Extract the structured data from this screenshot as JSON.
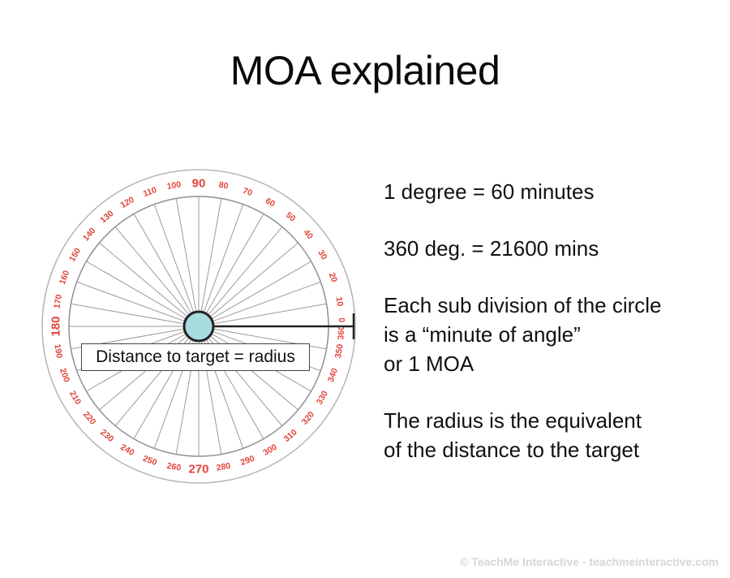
{
  "title": "MOA explained",
  "diagram": {
    "degree_labels": [
      "0",
      "10",
      "20",
      "30",
      "40",
      "50",
      "60",
      "70",
      "80",
      "90",
      "100",
      "110",
      "120",
      "130",
      "140",
      "150",
      "160",
      "170",
      "180",
      "190",
      "200",
      "210",
      "220",
      "230",
      "240",
      "250",
      "260",
      "270",
      "280",
      "290",
      "300",
      "310",
      "320",
      "330",
      "340",
      "350",
      "360"
    ],
    "radius_label": "Distance to target = radius",
    "label_color": "#e0463a",
    "hub_color": "#a7dce0",
    "line_color": "#9a9a9a"
  },
  "info": {
    "line1": "1 degree = 60 minutes",
    "line2": "360 deg. = 21600 mins",
    "line3a": "Each sub division of the circle",
    "line3b": "is a “minute of angle”",
    "line3c": "or 1 MOA",
    "line4a": "The radius is the equivalent",
    "line4b": "of the distance to the target"
  },
  "footer": "© TeachMe Interactive - teachmeinteractive.com"
}
